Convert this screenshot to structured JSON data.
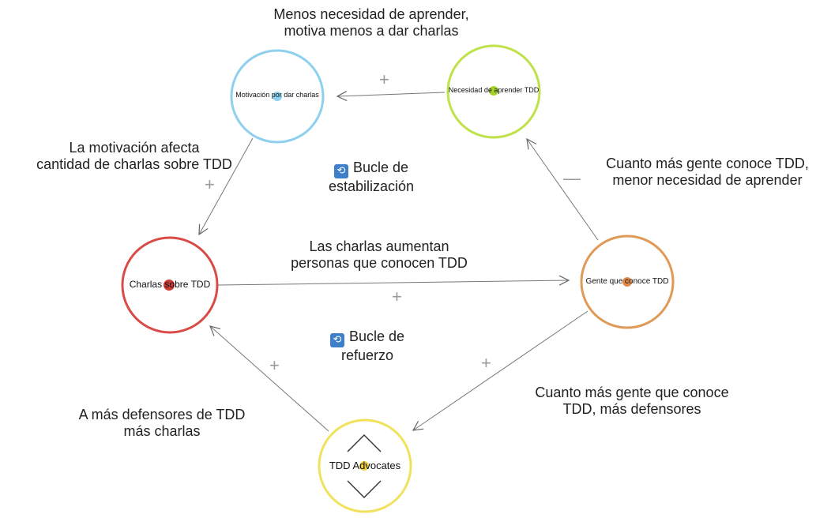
{
  "nodes": {
    "motivacion": {
      "label": "Motivación por dar charlas",
      "color": "#8ed0ee",
      "dot": "#8ed0ee"
    },
    "necesidad": {
      "label": "Necesidad de aprender TDD",
      "color": "#bfe24a",
      "dot": "#a8d22a"
    },
    "charlas": {
      "label": "Charlas sobre TDD",
      "color": "#d94b46",
      "dot": "#cc3a34"
    },
    "gente": {
      "label": "Gente que conoce TDD",
      "color": "#e09a58",
      "dot": "#e08a4a"
    },
    "advocates": {
      "label": "TDD Advocates",
      "color": "#f1e25e",
      "dot": "#f1d23a"
    }
  },
  "edges": {
    "necesidad_to_motivacion": {
      "label_line1": "Menos necesidad de aprender,",
      "label_line2": "motiva menos a dar charlas",
      "sign": "+"
    },
    "motivacion_to_charlas": {
      "label_line1": "La motivación afecta",
      "label_line2": "cantidad de charlas sobre TDD",
      "sign": "+"
    },
    "gente_to_necesidad": {
      "label_line1": "Cuanto más gente conoce TDD,",
      "label_line2": "menor necesidad de aprender",
      "sign": "—"
    },
    "charlas_to_gente": {
      "label_line1": "Las charlas aumentan",
      "label_line2": "personas que conocen TDD",
      "sign": "+"
    },
    "gente_to_advocates": {
      "label_line1": "Cuanto más gente que conoce",
      "label_line2": "TDD, más defensores",
      "sign": "+"
    },
    "advocates_to_charlas": {
      "label_line1": "A más defensores de TDD",
      "label_line2": "más charlas",
      "sign": "+"
    }
  },
  "loops": {
    "estabilizacion": {
      "icon": "🔁",
      "line1": "Bucle de",
      "line2": "estabilización"
    },
    "refuerzo": {
      "icon": "🔁",
      "line1": "Bucle de",
      "line2": "refuerzo"
    }
  }
}
